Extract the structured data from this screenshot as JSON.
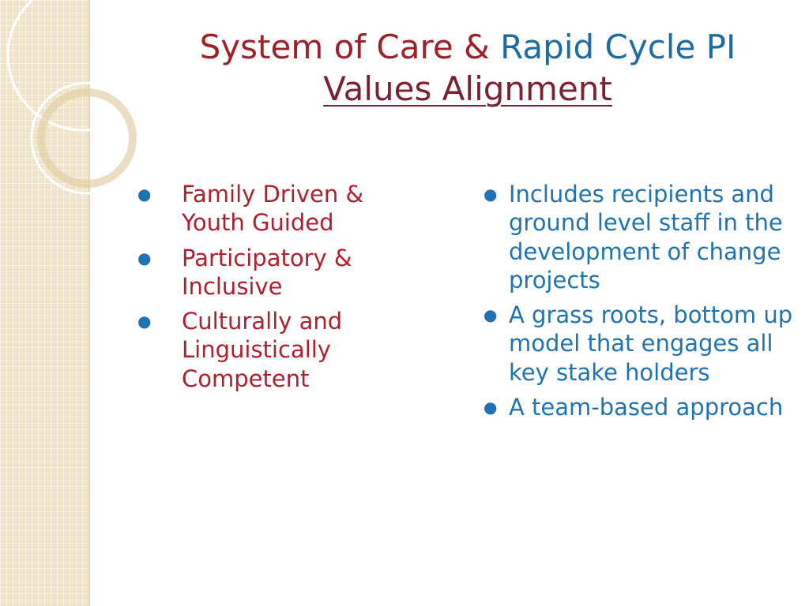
{
  "title": {
    "line1_part1": "System of Care",
    "line1_amp": "&",
    "line1_part2": "Rapid Cycle PI",
    "line2": "Values Alignment"
  },
  "left_column": {
    "items": [
      {
        "label": "Family Driven & Youth Guided"
      },
      {
        "label": "Participatory & Inclusive"
      },
      {
        "label": "Culturally and Linguistically Competent"
      }
    ]
  },
  "right_column": {
    "items": [
      {
        "label": "Includes recipients and ground level staff in the development of change projects"
      },
      {
        "label": "A grass roots, bottom up model that engages all key stake holders"
      },
      {
        "label": "A team-based approach"
      }
    ]
  },
  "colors": {
    "title_red": "#a0202a",
    "title_blue": "#1e6aa3",
    "subtitle": "#7a2232",
    "left_text": "#b11f2d",
    "right_text": "#1f73b3",
    "sidebar": "#f1e4c6"
  }
}
